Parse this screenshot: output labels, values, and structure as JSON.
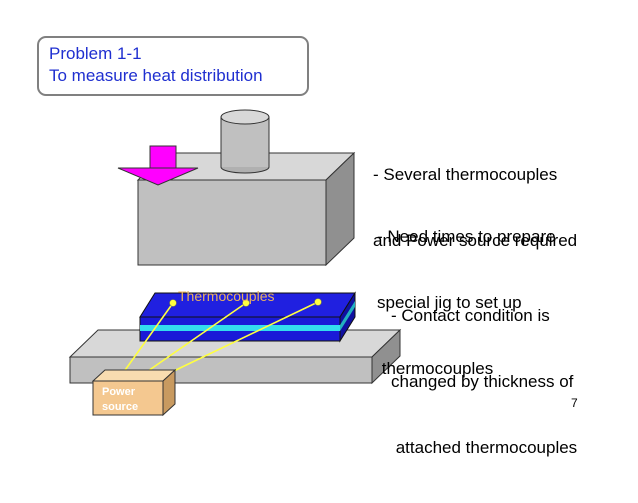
{
  "title": {
    "line1": "Problem 1-1",
    "line2": "To measure heat distribution"
  },
  "bullets": [
    {
      "lines": [
        "- Several thermocouples",
        "and Power source required"
      ]
    },
    {
      "lines": [
        "- Need times to prepare",
        "special jig to set up",
        " thermocouples"
      ]
    },
    {
      "lines": [
        "- Contact condition is",
        "changed by thickness of",
        " attached thermocouples"
      ]
    }
  ],
  "diagram": {
    "thermocouples_label": "Thermocouples",
    "power_source_line1": "Power",
    "power_source_line2": "source"
  },
  "page_number": "7",
  "colors": {
    "title_text": "#1f2fd0",
    "block_front": "#c0c0c0",
    "block_top": "#d8d8d8",
    "block_side": "#909090",
    "sample_blue": "#1a1ad8",
    "sample_stripe": "#33ddee",
    "arrow": "#ff00ff",
    "wire": "#ffff40",
    "power_box": "#f4c890",
    "thermocouple_label": "#e8b060"
  }
}
